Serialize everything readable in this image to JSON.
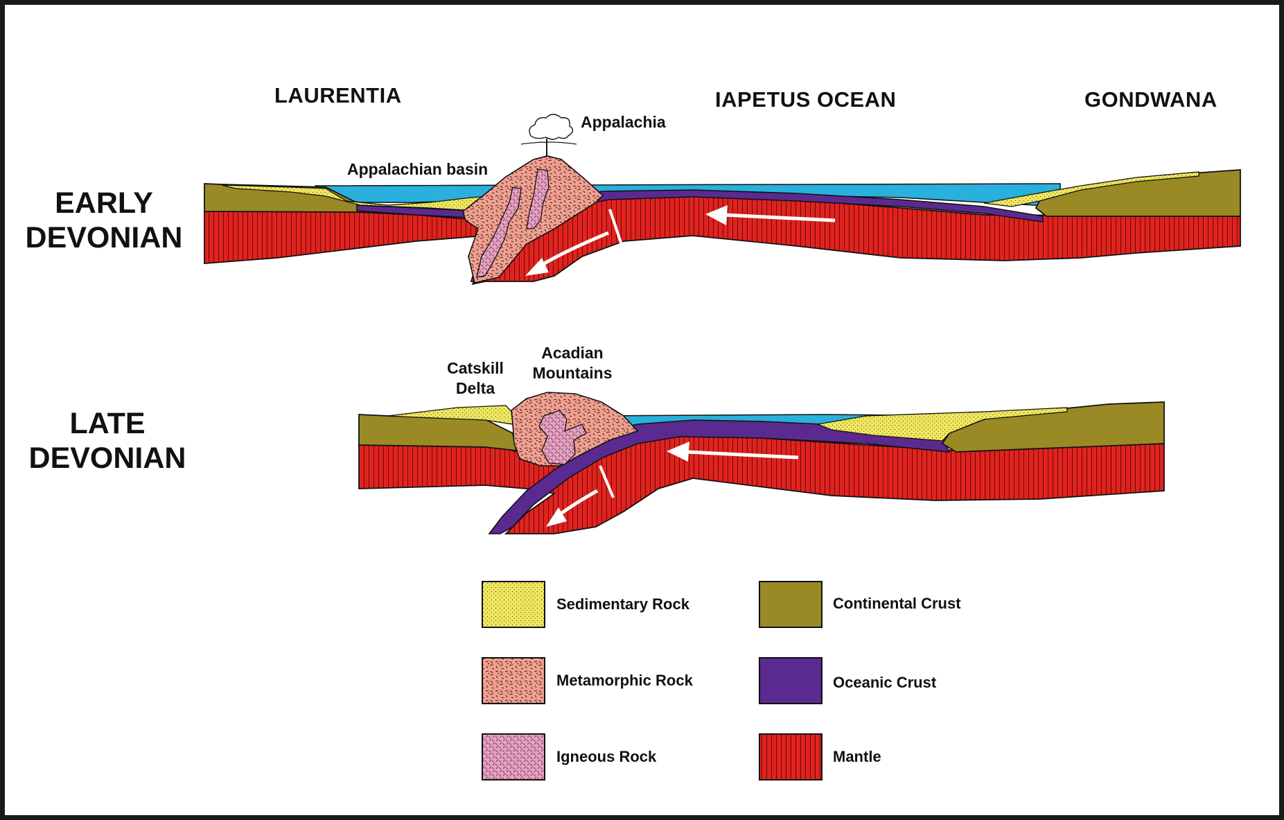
{
  "stages": {
    "early": {
      "line1": "EARLY",
      "line2": "DEVONIAN"
    },
    "late": {
      "line1": "LATE",
      "line2": "DEVONIAN"
    }
  },
  "regions": {
    "laurentia": "LAURENTIA",
    "iapetus": "IAPETUS OCEAN",
    "gondwana": "GONDWANA"
  },
  "features": {
    "appalachia": "Appalachia",
    "appalachian_basin": "Appalachian basin",
    "catskill_line1": "Catskill",
    "catskill_line2": "Delta",
    "acadian_line1": "Acadian",
    "acadian_line2": "Mountains"
  },
  "legend": [
    {
      "label": "Sedimentary Rock",
      "color": "#f0e860",
      "pattern": "dots"
    },
    {
      "label": "Metamorphic Rock",
      "color": "#f0a090",
      "pattern": "dashes"
    },
    {
      "label": "Igneous Rock",
      "color": "#e8a0c0",
      "pattern": "hatch"
    },
    {
      "label": "Continental Crust",
      "color": "#9a8a25",
      "pattern": "solid"
    },
    {
      "label": "Oceanic Crust",
      "color": "#5a2a90",
      "pattern": "solid"
    },
    {
      "label": "Mantle",
      "color": "#e0231f",
      "pattern": "vlines"
    }
  ],
  "colors": {
    "ocean": "#29b0dc",
    "mantle": "#e0231f",
    "oceanic_crust": "#5a2a90",
    "continental_crust": "#9a8a25",
    "sediment": "#f0e860",
    "metamorphic": "#f0a090",
    "igneous": "#e8a0c0",
    "arrow": "#ffffff",
    "frame": "#1a1a1a"
  }
}
